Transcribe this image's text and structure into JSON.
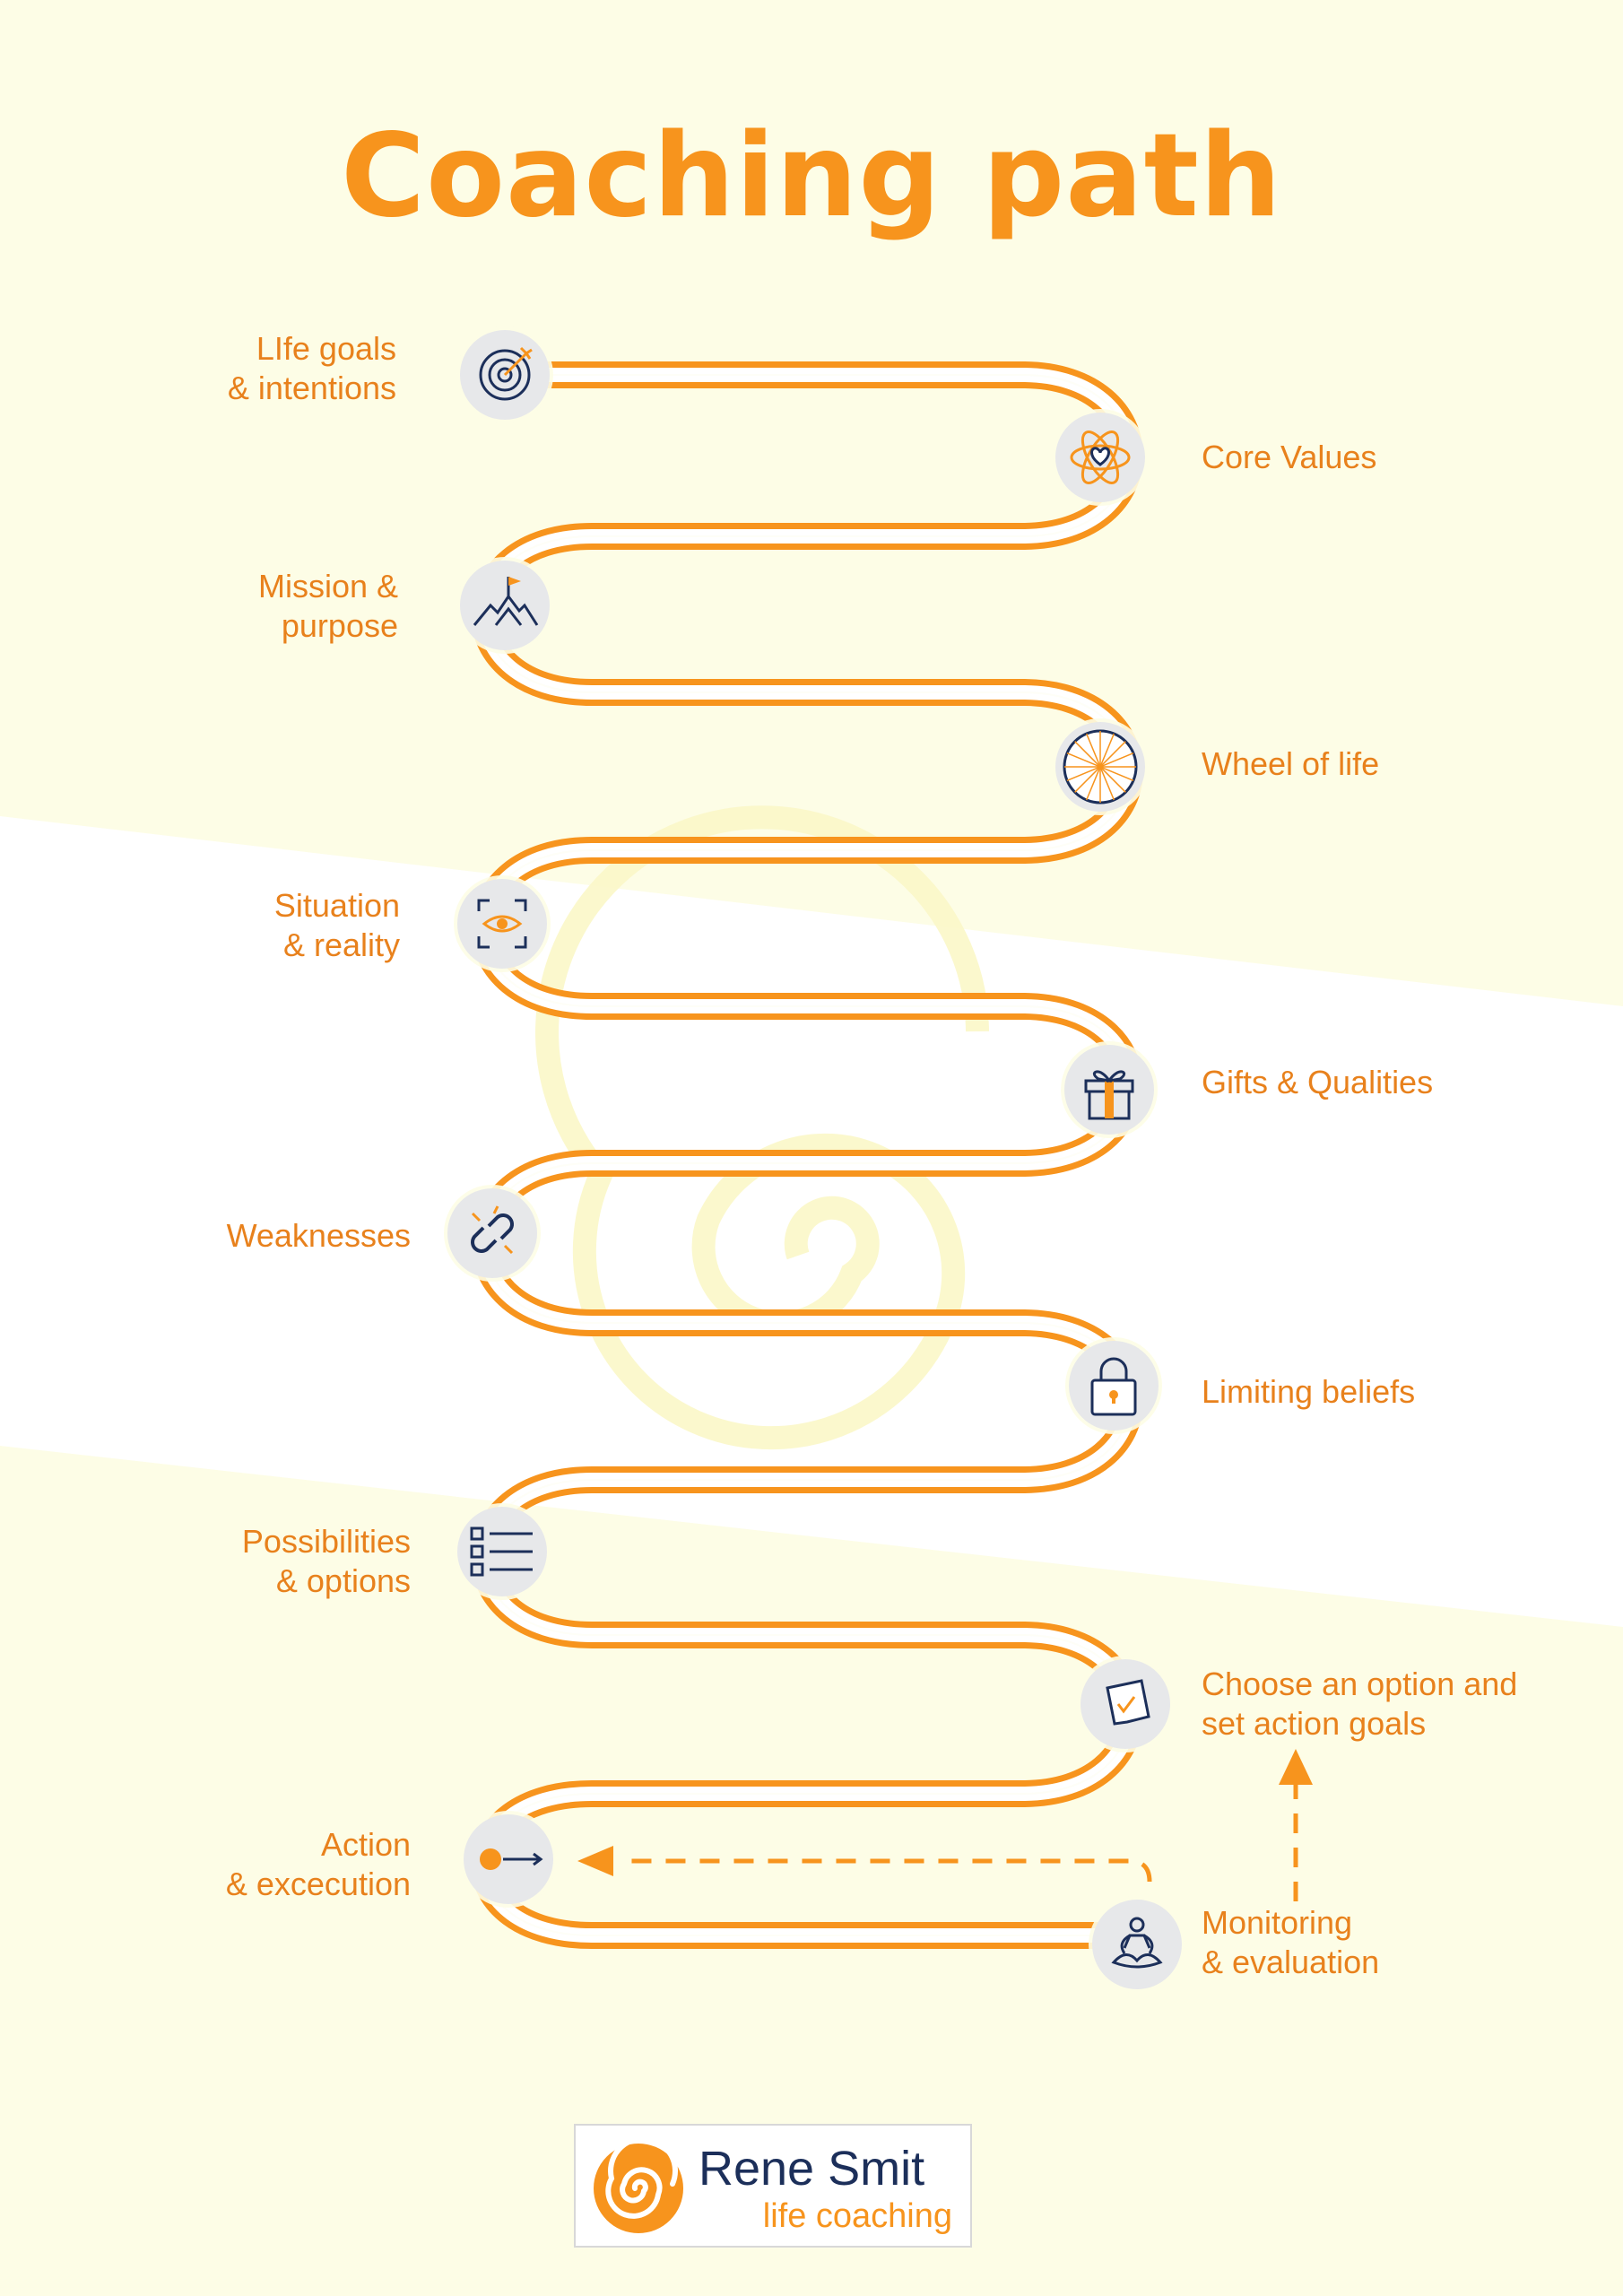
{
  "title": "Coaching path",
  "colors": {
    "accent": "#f7941d",
    "navy": "#1c2f5a",
    "background": "#fdfde6",
    "node": "#e7e8ea"
  },
  "steps": [
    {
      "label": "LIfe goals\n& intentions",
      "icon": "target-icon"
    },
    {
      "label": "Core Values",
      "icon": "atom-heart-icon"
    },
    {
      "label": "Mission &\npurpose",
      "icon": "mountain-flag-icon"
    },
    {
      "label": "Wheel of life",
      "icon": "wheel-icon"
    },
    {
      "label": "Situation\n& reality",
      "icon": "eye-focus-icon"
    },
    {
      "label": "Gifts & Qualities",
      "icon": "gift-icon"
    },
    {
      "label": "Weaknesses",
      "icon": "broken-link-icon"
    },
    {
      "label": "Limiting beliefs",
      "icon": "padlock-icon"
    },
    {
      "label": "Possibilities\n& options",
      "icon": "checklist-icon"
    },
    {
      "label": "Choose an option and\nset action goals",
      "icon": "note-check-icon"
    },
    {
      "label": "Action\n& excecution",
      "icon": "dot-arrow-icon"
    },
    {
      "label": "Monitoring\n& evaluation",
      "icon": "meditation-icon"
    }
  ],
  "logo": {
    "name": "Rene Smit",
    "subtitle": "life coaching",
    "icon": "spiral-icon"
  }
}
